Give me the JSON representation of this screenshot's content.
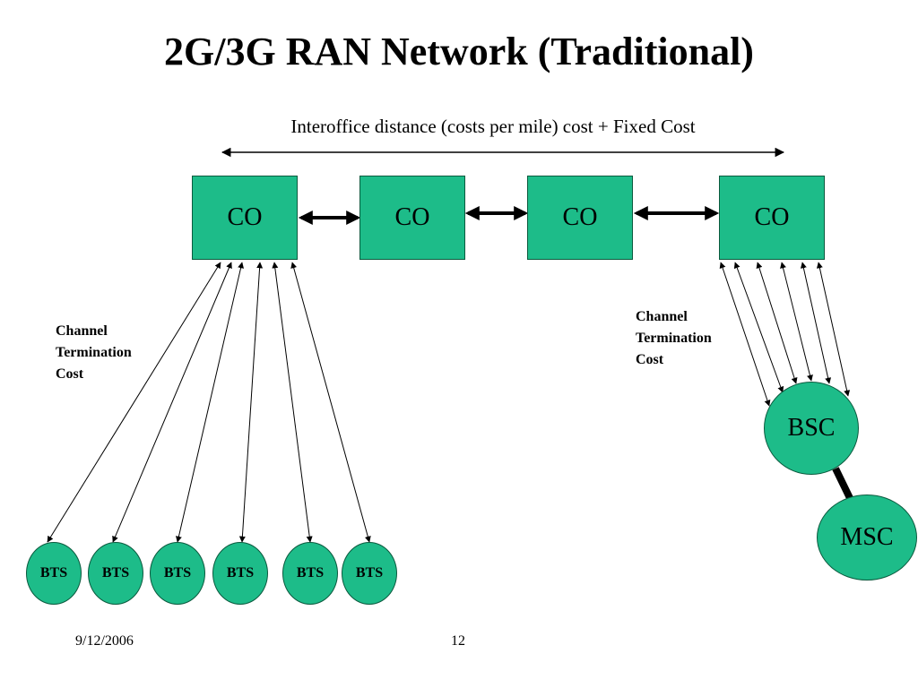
{
  "slide": {
    "title": "2G/3G RAN Network (Traditional)",
    "subtitle": "Interoffice distance (costs per mile) cost + Fixed Cost",
    "offices": [
      {
        "label": "CO"
      },
      {
        "label": "CO"
      },
      {
        "label": "CO"
      },
      {
        "label": "CO"
      }
    ],
    "channel_note_left": [
      "Channel",
      "Termination",
      "Cost"
    ],
    "channel_note_right": [
      "Channel",
      "Termination",
      "Cost"
    ],
    "bts_nodes": [
      {
        "label": "BTS"
      },
      {
        "label": "BTS"
      },
      {
        "label": "BTS"
      },
      {
        "label": "BTS"
      },
      {
        "label": "BTS"
      },
      {
        "label": "BTS"
      }
    ],
    "bsc_label": "BSC",
    "msc_label": "MSC",
    "footer": {
      "date": "9/12/2006",
      "page_number": "12"
    }
  },
  "colors": {
    "node_fill": "#1dbc89",
    "node_border": "#0b5a3e",
    "line": "#000000"
  }
}
